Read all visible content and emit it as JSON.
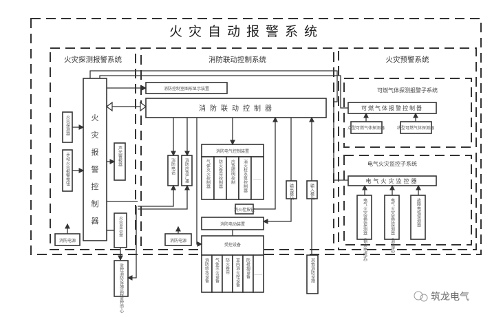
{
  "title": "火灾自动报警系统",
  "sections": {
    "detection": "火灾探测报警系统",
    "linkage": "消防联动控制系统",
    "warning": "火灾预警系统"
  },
  "detection": {
    "controller": "火灾报警控制器",
    "detector": "火灾探测器",
    "manual_button": "手动火灾报警按钮",
    "sounder": "声光警报器",
    "fire_power_left": "消防电源",
    "display": "火灾显示盘",
    "remote_center": "监控消防设施远程监控中心"
  },
  "linkage": {
    "graphic_display": "消防控制室图形显示装置",
    "controller": "消防联动控制器",
    "fire_phone": "消防电话",
    "broadcast": "消防应急广播",
    "electrical_control": "消防电气控制装置",
    "sub_units": [
      "气体灭火控制器",
      "防火卷帘控制器",
      "应急照明控制",
      "消火栓水泵控制器",
      "……"
    ],
    "valve_unit": "消火栓按钮",
    "power_monitor": "消防电动装置",
    "output_module": "输出模块",
    "input_module": "输入模块",
    "fire_power": "消防电源",
    "controlled_equipment": "受控设备",
    "equipment": [
      "消防给水设备",
      "气体灭火设备",
      "防火卷帘",
      "室内消火栓设备",
      "防排烟设备",
      "……"
    ],
    "other_equipment": "其他消防设施"
  },
  "warning": {
    "gas_subsystem": "可燃气体探测报警子系统",
    "gas_controller": "可燃气体报警控制器",
    "gas_detector_point": "点型可燃气体探测器",
    "gas_detector_line": "线型可燃气体探测器",
    "elec_subsystem": "电气火灾监控子系统",
    "elec_controller": "电气火灾监控器",
    "elec_detectors": [
      "电气火灾监控探测器（剩余电流式）",
      "电气火灾监控探测器（测温式）",
      "故障电弧探测器"
    ]
  },
  "watermark": "筑龙电气"
}
